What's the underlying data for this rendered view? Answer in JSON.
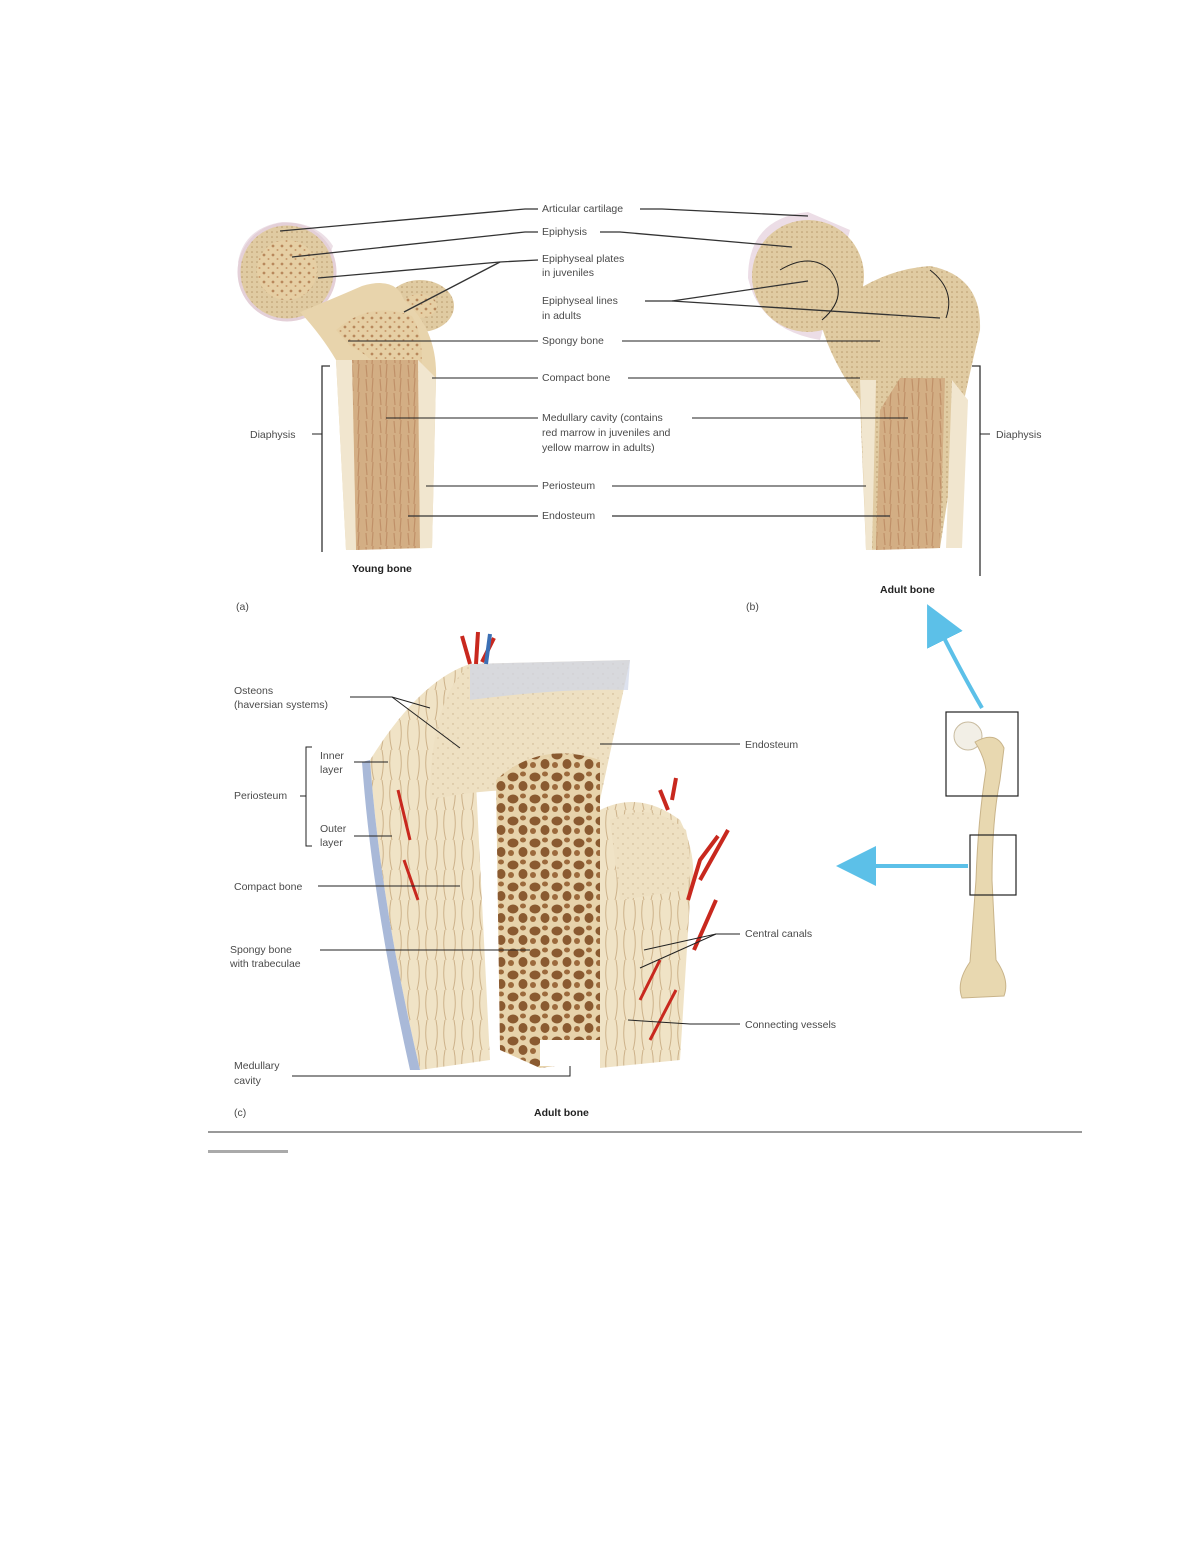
{
  "labels": {
    "articular_cartilage": "Articular cartilage",
    "epiphysis": "Epiphysis",
    "epiphyseal_plates_1": "Epiphyseal plates",
    "epiphyseal_plates_2": "in juveniles",
    "epiphyseal_lines_1": "Epiphyseal lines",
    "epiphyseal_lines_2": "in adults",
    "spongy_bone": "Spongy bone",
    "compact_bone": "Compact bone",
    "medullary_1": "Medullary cavity (contains",
    "medullary_2": "red marrow in juveniles and",
    "medullary_3": "yellow marrow in adults)",
    "periosteum": "Periosteum",
    "endosteum": "Endosteum",
    "diaphysis_left": "Diaphysis",
    "diaphysis_right": "Diaphysis",
    "young_bone": "Young bone",
    "adult_bone_b": "Adult bone",
    "panel_a": "(a)",
    "panel_b": "(b)",
    "panel_c": "(c)",
    "osteons_1": "Osteons",
    "osteons_2": "(haversian systems)",
    "inner_layer_1": "Inner",
    "inner_layer_2": "layer",
    "periosteum_c": "Periosteum",
    "outer_layer_1": "Outer",
    "outer_layer_2": "layer",
    "compact_bone_c": "Compact bone",
    "spongy_c_1": "Spongy bone",
    "spongy_c_2": "with trabeculae",
    "medullary_c_1": "Medullary",
    "medullary_c_2": "cavity",
    "endosteum_c": "Endosteum",
    "central_canals": "Central canals",
    "connecting_vessels": "Connecting vessels",
    "adult_bone_c": "Adult bone"
  },
  "colors": {
    "bone": "#eadcbc",
    "bone_dark": "#d8bd8e",
    "marrow": "#c9a07a",
    "cartilage": "#ead6e3",
    "vessel_red": "#c8281e",
    "vessel_blue": "#3c6fb4",
    "arrow": "#5cc0e8",
    "rule": "#999999"
  }
}
